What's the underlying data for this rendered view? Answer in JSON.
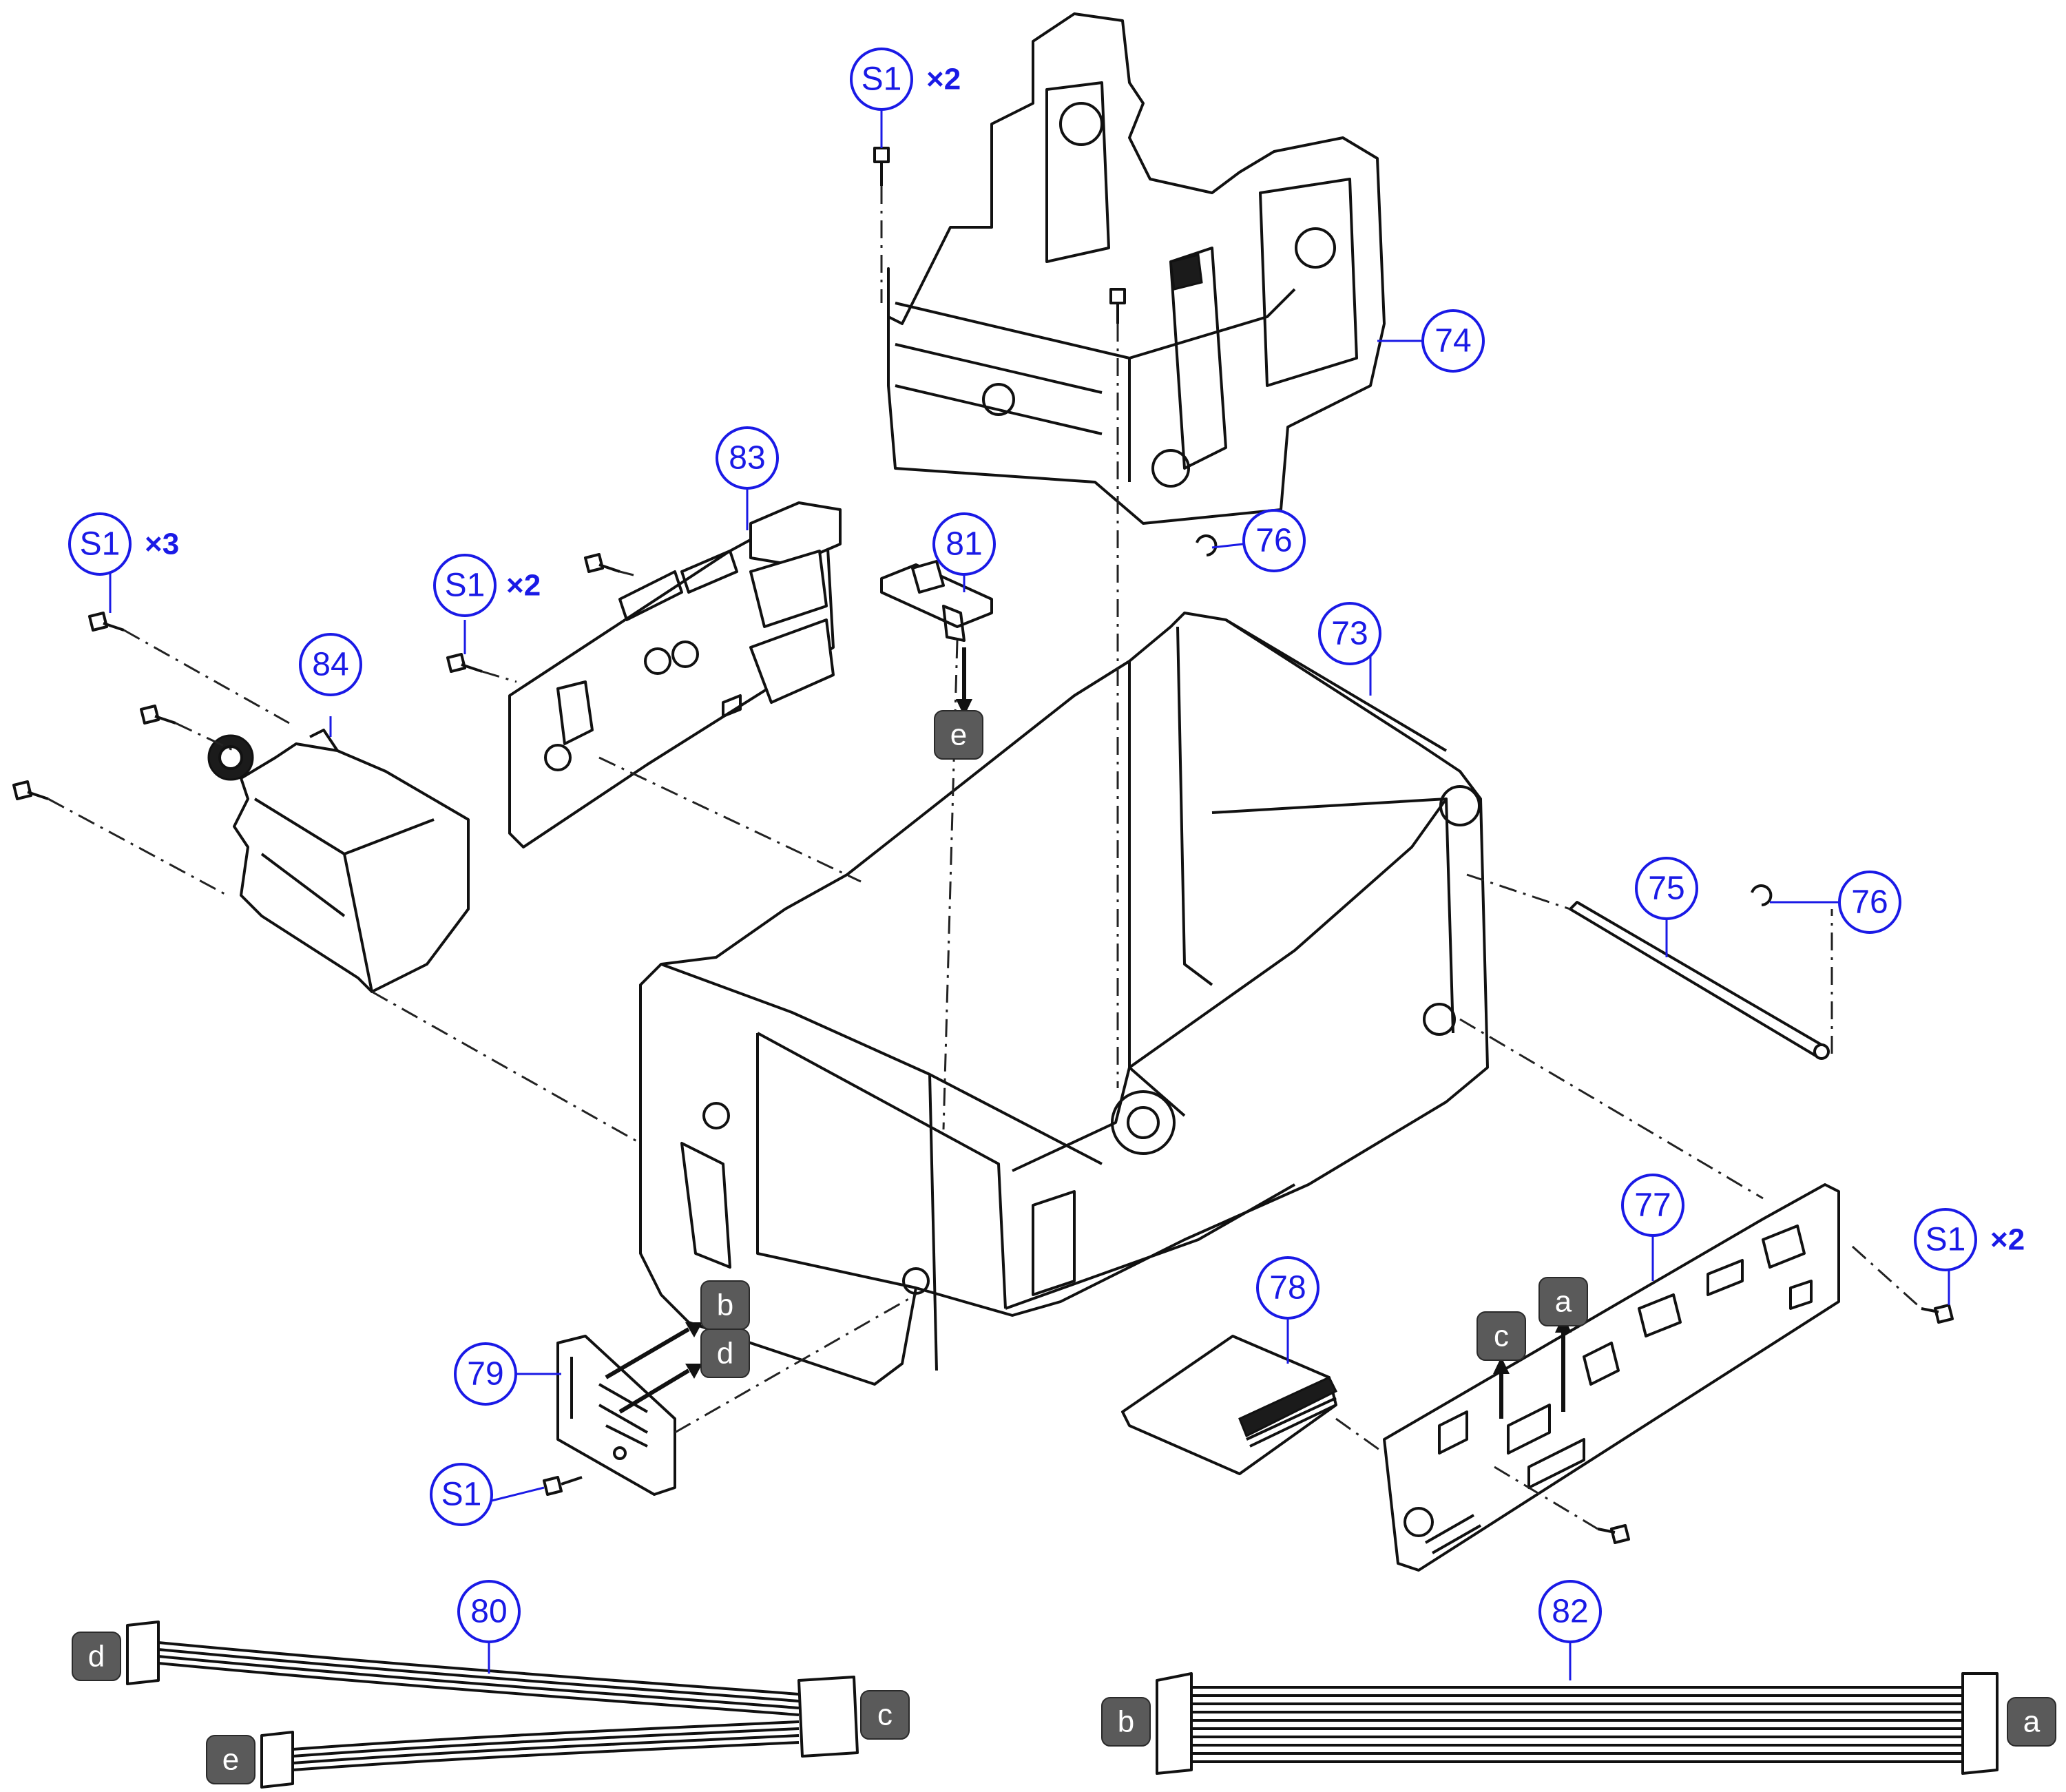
{
  "diagram": {
    "callouts": {
      "p74": "74",
      "p73": "73",
      "p75": "75",
      "p76a": "76",
      "p76b": "76",
      "p77": "77",
      "p78": "78",
      "p79": "79",
      "p80": "80",
      "p81": "81",
      "p82": "82",
      "p83": "83",
      "p84": "84",
      "s1_top": "S1",
      "s1_left": "S1",
      "s1_mid": "S1",
      "s1_right": "S1",
      "s1_bottom": "S1"
    },
    "quantities": {
      "s1_top": "×2",
      "s1_left": "×3",
      "s1_mid": "×2",
      "s1_right": "×2"
    },
    "connectors": {
      "e_on_81": "e",
      "b_on_79": "b",
      "d_on_79": "d",
      "c_on_77": "c",
      "a_on_77": "a",
      "d_cable80": "d",
      "c_cable80": "c",
      "e_cable80": "e",
      "b_cable82": "b",
      "a_cable82": "a"
    }
  },
  "colors": {
    "callout": "#1a1ae6",
    "connector_label": "#5a5a5a",
    "line_art": "#111111"
  },
  "icons": {
    "screw": "screw-icon",
    "e_ring": "e-ring-icon"
  }
}
